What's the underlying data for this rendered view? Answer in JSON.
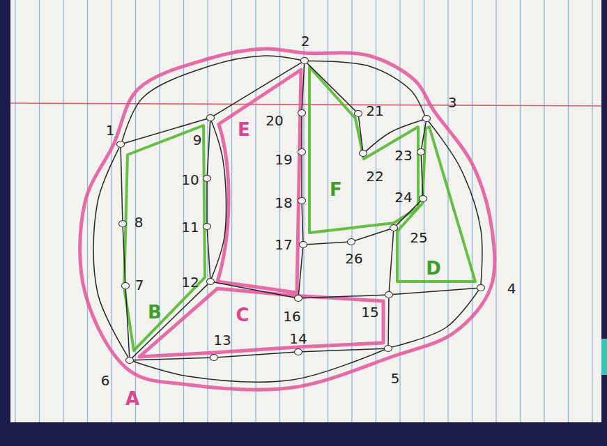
{
  "diagram": {
    "nodes": [
      {
        "text": [
          "1"
        ]
      },
      {
        "text": [
          "2"
        ]
      },
      {
        "text": [
          "3"
        ]
      },
      {
        "text": [
          "4"
        ]
      },
      {
        "text": [
          "5"
        ]
      },
      {
        "text": [
          "6"
        ]
      },
      {
        "text": [
          "7"
        ]
      },
      {
        "text": [
          "8"
        ]
      },
      {
        "text": [
          "9"
        ]
      },
      {
        "text": [
          "10"
        ]
      },
      {
        "text": [
          "11"
        ]
      },
      {
        "text": [
          "12"
        ]
      },
      {
        "text": [
          "13"
        ]
      },
      {
        "text": [
          "14"
        ]
      },
      {
        "text": [
          "15"
        ]
      },
      {
        "text": [
          "16"
        ]
      },
      {
        "text": [
          "17"
        ]
      },
      {
        "text": [
          "18"
        ]
      },
      {
        "text": [
          "19"
        ]
      },
      {
        "text": [
          "20"
        ]
      },
      {
        "text": [
          "21"
        ]
      },
      {
        "text": [
          "22"
        ]
      },
      {
        "text": [
          "23"
        ]
      },
      {
        "text": [
          "24"
        ]
      },
      {
        "text": [
          "25"
        ]
      },
      {
        "text": [
          "26"
        ]
      }
    ],
    "edges": [
      {
        "from": 0,
        "to": 1,
        "arrow": "none"
      },
      {
        "from": 1,
        "to": 2,
        "arrow": "none"
      },
      {
        "from": 2,
        "to": 3,
        "arrow": "none"
      },
      {
        "from": 3,
        "to": 4,
        "arrow": "none"
      },
      {
        "from": 4,
        "to": 5,
        "arrow": "none"
      },
      {
        "from": 5,
        "to": 0,
        "arrow": "none"
      },
      {
        "from": 0,
        "to": 8,
        "arrow": "none"
      },
      {
        "from": 0,
        "to": 7,
        "arrow": "none"
      },
      {
        "from": 7,
        "to": 6,
        "arrow": "none"
      },
      {
        "from": 6,
        "to": 5,
        "arrow": "none"
      },
      {
        "from": 8,
        "to": 9,
        "arrow": "none"
      },
      {
        "from": 9,
        "to": 10,
        "arrow": "none"
      },
      {
        "from": 10,
        "to": 11,
        "arrow": "none"
      },
      {
        "from": 8,
        "to": 11,
        "arrow": "none"
      },
      {
        "from": 5,
        "to": 11,
        "arrow": "none"
      },
      {
        "from": 5,
        "to": 12,
        "arrow": "none"
      },
      {
        "from": 12,
        "to": 13,
        "arrow": "none"
      },
      {
        "from": 13,
        "to": 4,
        "arrow": "none"
      },
      {
        "from": 4,
        "to": 14,
        "arrow": "none"
      },
      {
        "from": 14,
        "to": 3,
        "arrow": "none"
      },
      {
        "from": 14,
        "to": 15,
        "arrow": "none"
      },
      {
        "from": 15,
        "to": 11,
        "arrow": "none"
      },
      {
        "from": 1,
        "to": 8,
        "arrow": "none"
      },
      {
        "from": 1,
        "to": 19,
        "arrow": "none"
      },
      {
        "from": 19,
        "to": 18,
        "arrow": "none"
      },
      {
        "from": 18,
        "to": 17,
        "arrow": "none"
      },
      {
        "from": 17,
        "to": 16,
        "arrow": "none"
      },
      {
        "from": 16,
        "to": 15,
        "arrow": "none"
      },
      {
        "from": 16,
        "to": 25,
        "arrow": "none"
      },
      {
        "from": 25,
        "to": 24,
        "arrow": "none"
      },
      {
        "from": 24,
        "to": 14,
        "arrow": "none"
      },
      {
        "from": 24,
        "to": 23,
        "arrow": "none"
      },
      {
        "from": 23,
        "to": 22,
        "arrow": "none"
      },
      {
        "from": 22,
        "to": 2,
        "arrow": "none"
      },
      {
        "from": 1,
        "to": 20,
        "arrow": "none"
      },
      {
        "from": 20,
        "to": 21,
        "arrow": "none"
      },
      {
        "from": 21,
        "to": 2,
        "arrow": "none"
      }
    ],
    "labels": [
      "A",
      "B",
      "C",
      "D",
      "E",
      "F"
    ]
  }
}
